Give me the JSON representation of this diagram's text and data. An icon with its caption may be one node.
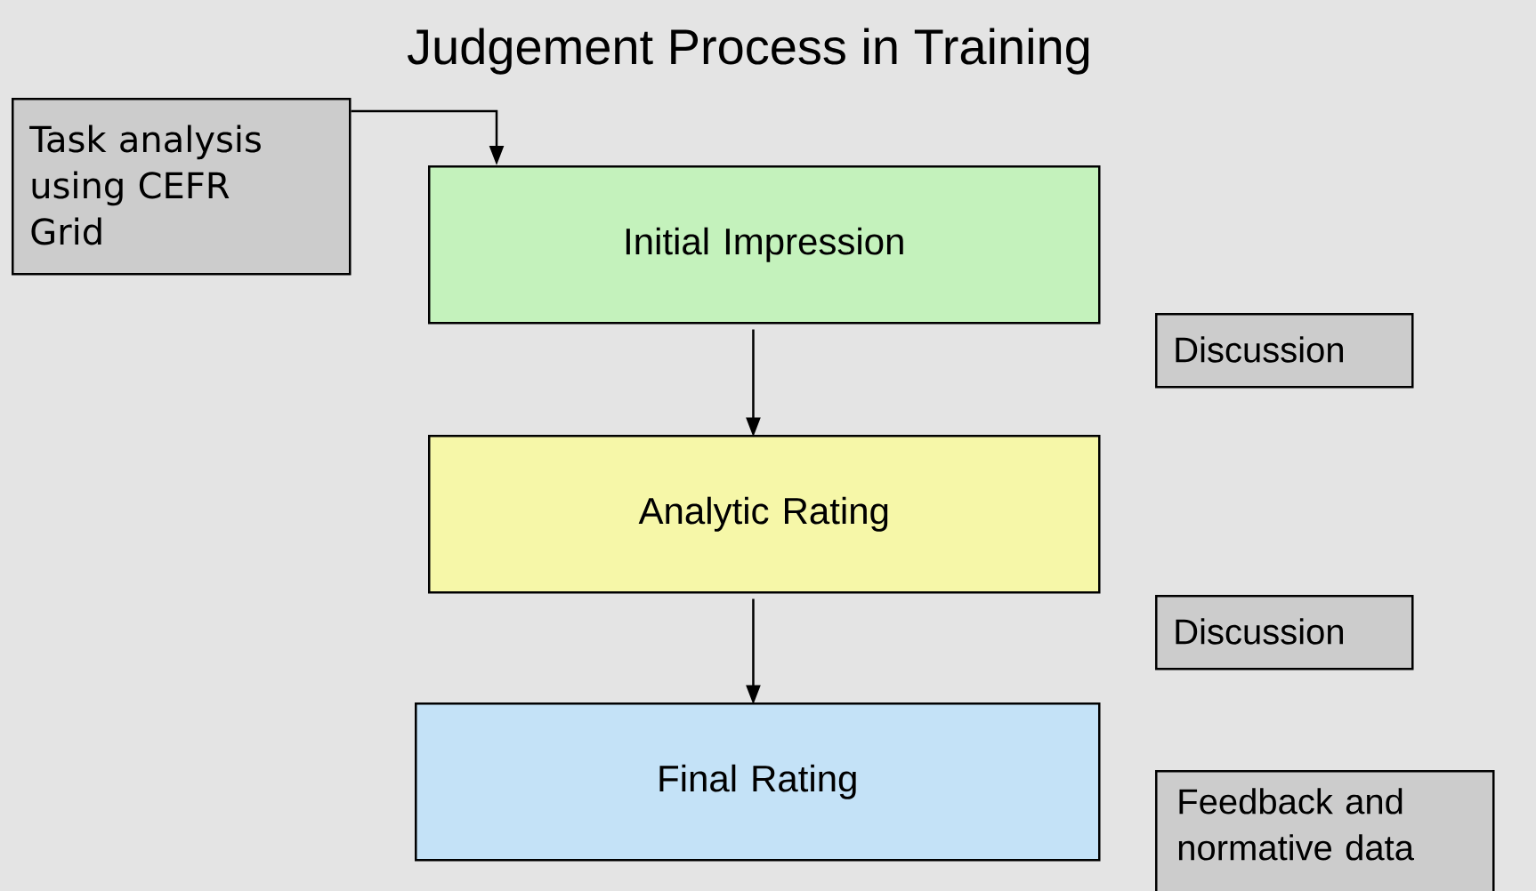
{
  "diagram": {
    "title": "Judgement Process in Training",
    "nodes": [
      {
        "text": [
          "Task analysis using CEFR Grid"
        ]
      },
      {
        "text": [
          "Initial Impression"
        ]
      },
      {
        "text": [
          "Analytic Rating"
        ]
      },
      {
        "text": [
          "Final Rating"
        ]
      },
      {
        "text": [
          "Discussion"
        ]
      },
      {
        "text": [
          "Discussion"
        ]
      },
      {
        "text": [
          "Feedback and normative data"
        ]
      }
    ],
    "edges": [
      {
        "from": 0,
        "to": 1,
        "arrow": "to"
      },
      {
        "from": 1,
        "to": 2,
        "arrow": "to"
      },
      {
        "from": 2,
        "to": 3,
        "arrow": "to"
      }
    ]
  }
}
